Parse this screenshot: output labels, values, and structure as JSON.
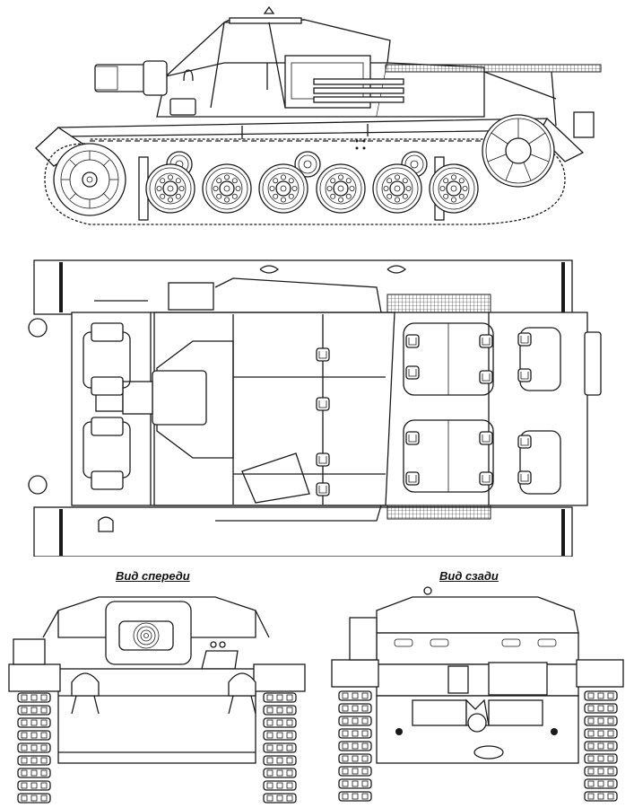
{
  "drawing": {
    "subject": "StuG III assault gun — technical line drawing",
    "views": [
      {
        "id": "side",
        "name": "Side view"
      },
      {
        "id": "top",
        "name": "Top view"
      },
      {
        "id": "front",
        "name": "Front view",
        "label": "Вид спереди"
      },
      {
        "id": "rear",
        "name": "Rear view",
        "label": "Вид сзади"
      }
    ],
    "colors": {
      "line": "#1a1a1a",
      "background": "#ffffff"
    }
  },
  "labels": {
    "front": "Вид спереди",
    "rear": "Вид сзади"
  }
}
